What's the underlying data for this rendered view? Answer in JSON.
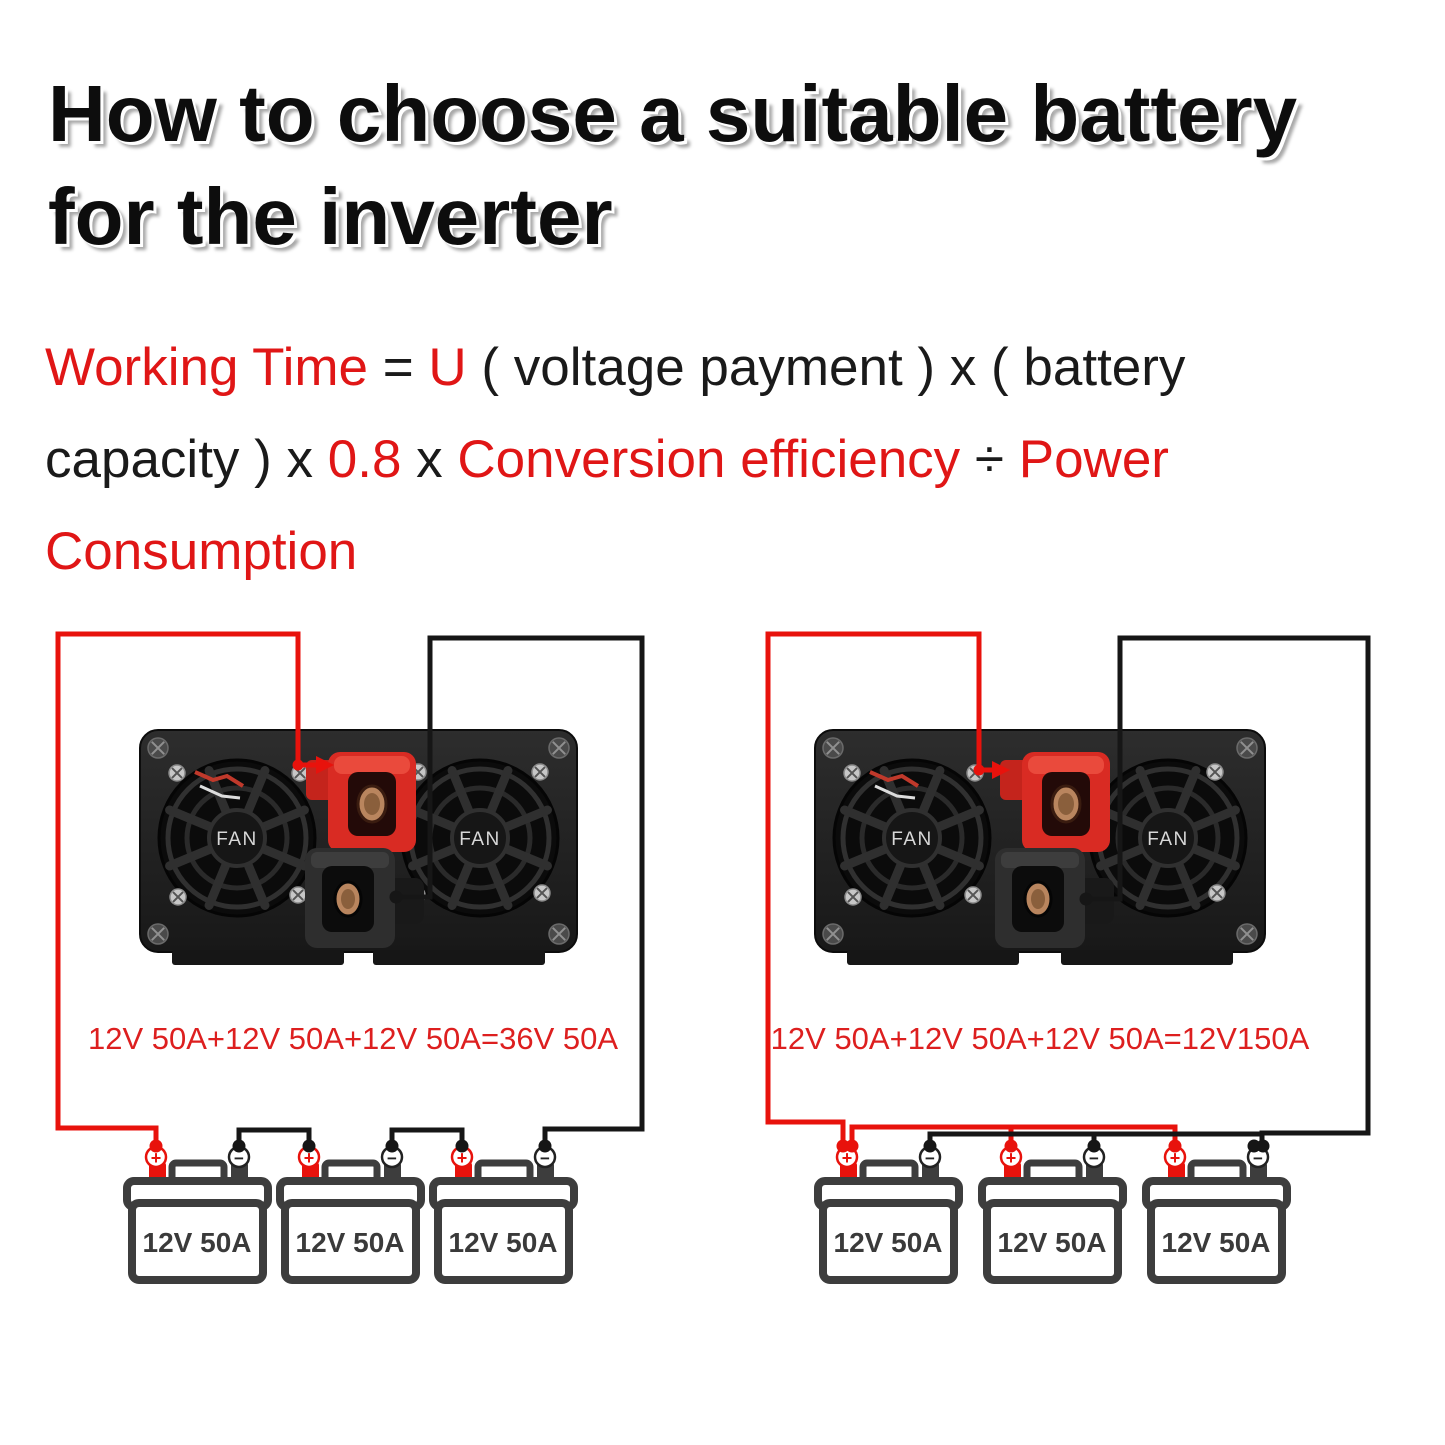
{
  "title": {
    "line1": "How to choose a suitable battery",
    "line2": "for the inverter"
  },
  "formula": {
    "lines": [
      [
        {
          "text": "Working Time",
          "color": "red"
        },
        {
          "text": " = ",
          "color": "black"
        },
        {
          "text": "U",
          "color": "red"
        },
        {
          "text": " ( voltage payment ) x ( battery",
          "color": "black"
        }
      ],
      [
        {
          "text": "capacity ) x ",
          "color": "black"
        },
        {
          "text": "0.8",
          "color": "red"
        },
        {
          "text": " x ",
          "color": "black"
        },
        {
          "text": "Conversion efficiency",
          "color": "red"
        },
        {
          "text": " ÷ ",
          "color": "black"
        },
        {
          "text": "Power",
          "color": "red"
        }
      ],
      [
        {
          "text": "Consumption",
          "color": "red"
        }
      ]
    ]
  },
  "diagrams": [
    {
      "name": "series-connection",
      "equation": "12V 50A+12V 50A+12V 50A=36V 50A",
      "inverter_fan_label": "FAN",
      "battery_label": "12V 50A",
      "battery_count": 3,
      "positive_symbol": "+",
      "negative_symbol": "−"
    },
    {
      "name": "parallel-connection",
      "equation": "12V 50A+12V 50A+12V 50A=12V150A",
      "inverter_fan_label": "FAN",
      "battery_label": "12V 50A",
      "battery_count": 3,
      "positive_symbol": "+",
      "negative_symbol": "−"
    }
  ],
  "colors": {
    "wire_positive": "#e8120c",
    "wire_negative": "#161616",
    "formula_red": "#e01616",
    "formula_black": "#1a1a1a",
    "equation_red": "#dd1f1f",
    "battery_outline": "#3d3d3d",
    "battery_label_color": "#3a3a3a",
    "inverter_panel": "#222222",
    "terminal_red": "#d92b23",
    "title_color": "#0d0d0d"
  }
}
